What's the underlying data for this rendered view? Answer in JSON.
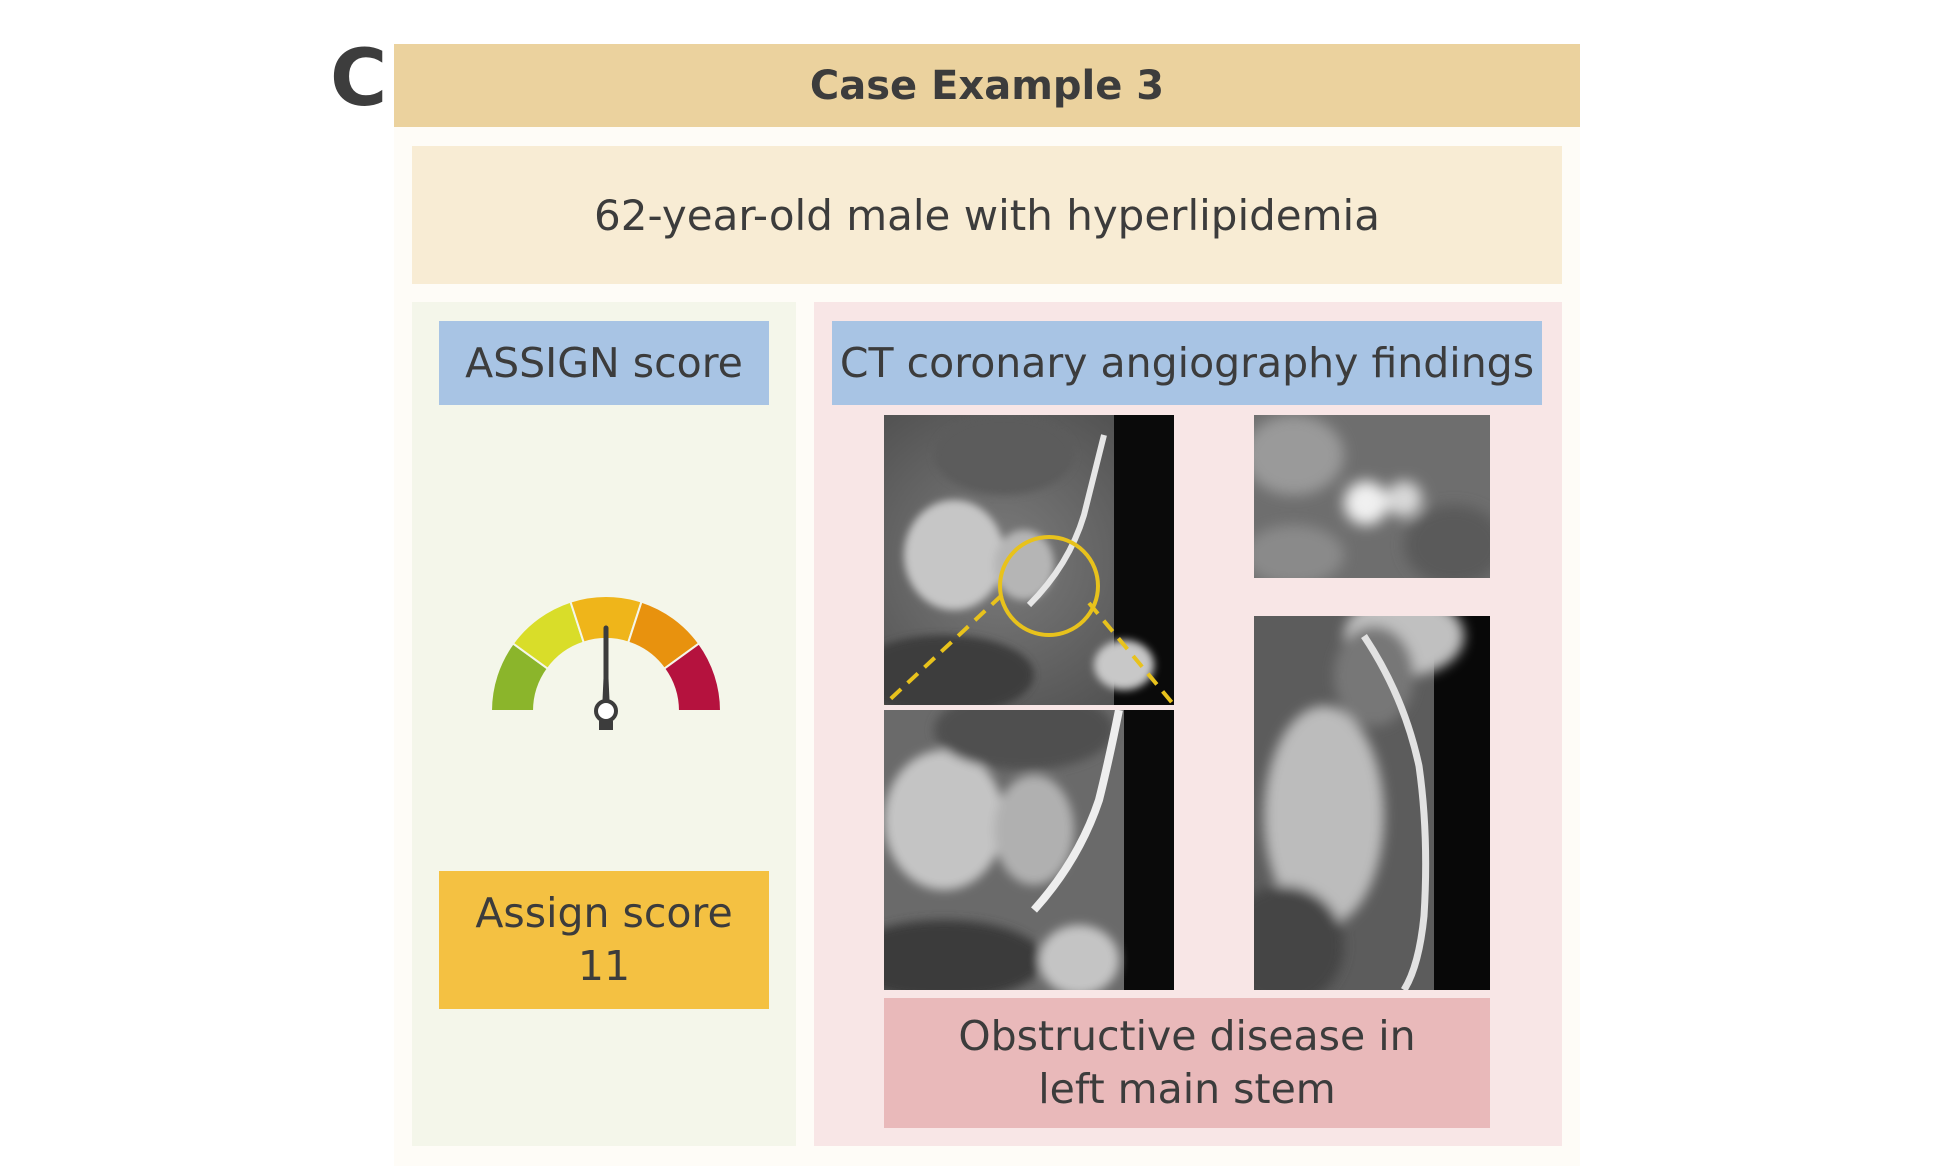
{
  "panel_letter": "C",
  "title": "Case Example 3",
  "patient": "62-year-old male with hyperlipidemia",
  "left": {
    "header": "ASSIGN score",
    "score_label": "Assign score",
    "score_value": "11",
    "gauge_colors": [
      "#8bb52b",
      "#d9dd29",
      "#efb51a",
      "#e8920e",
      "#b5123e"
    ]
  },
  "right": {
    "header": "CT coronary angiography findings",
    "finding_line1": "Obstructive disease in",
    "finding_line2": "left main stem",
    "highlight_color": "#e8c21c"
  }
}
